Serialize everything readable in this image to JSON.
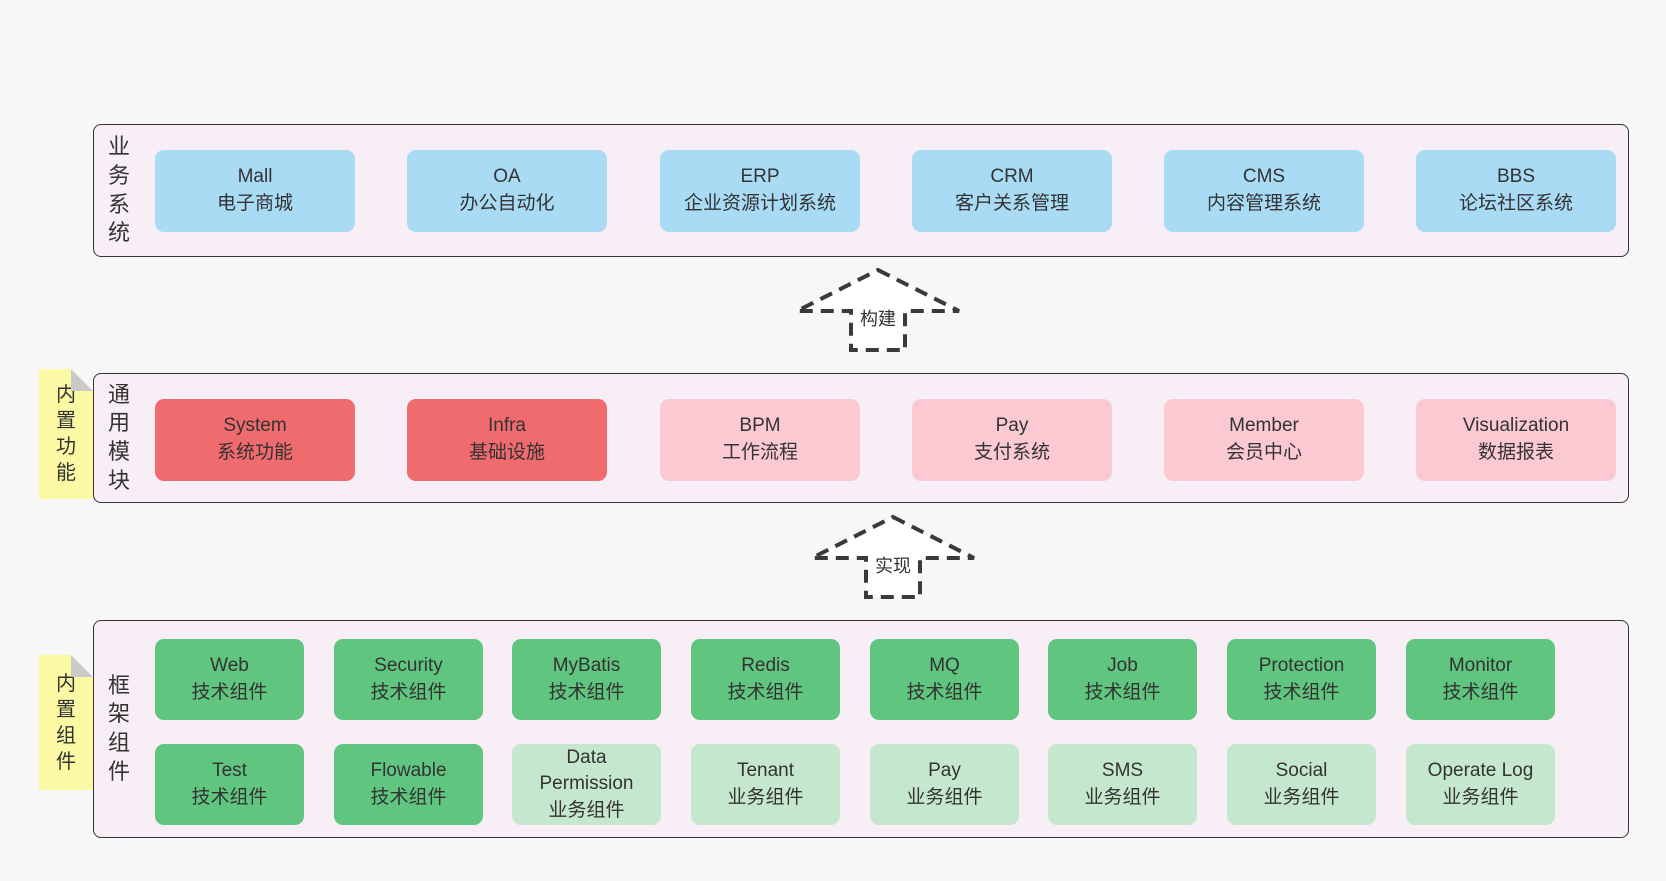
{
  "page": {
    "background": "#f7f7f7",
    "text_color": "#333333"
  },
  "colors": {
    "container_fill": "#f8eef6",
    "container_border": "#343434",
    "business_box": "#a9dbf5",
    "core_module_box": "#f06b6d",
    "optional_module_box": "#fac9d1",
    "tech_component_box": "#60c57f",
    "biz_component_box": "#c5e7cd",
    "sticky_note": "#fbf9a4",
    "sticky_fold": "#c9c9c9"
  },
  "arrows": [
    {
      "label": "构建"
    },
    {
      "label": "实现"
    }
  ],
  "sections": [
    {
      "id": "business",
      "side_label": "业务系统",
      "boxes": [
        {
          "name": "Mall",
          "desc": "电子商城",
          "variant": "blue"
        },
        {
          "name": "OA",
          "desc": "办公自动化",
          "variant": "blue"
        },
        {
          "name": "ERP",
          "desc": "企业资源计划系统",
          "variant": "blue"
        },
        {
          "name": "CRM",
          "desc": "客户关系管理",
          "variant": "blue"
        },
        {
          "name": "CMS",
          "desc": "内容管理系统",
          "variant": "blue"
        },
        {
          "name": "BBS",
          "desc": "论坛社区系统",
          "variant": "blue"
        }
      ]
    },
    {
      "id": "modules",
      "side_label": "通用模块",
      "sticky": "内置功能",
      "boxes": [
        {
          "name": "System",
          "desc": "系统功能",
          "variant": "red"
        },
        {
          "name": "Infra",
          "desc": "基础设施",
          "variant": "red"
        },
        {
          "name": "BPM",
          "desc": "工作流程",
          "variant": "pink"
        },
        {
          "name": "Pay",
          "desc": "支付系统",
          "variant": "pink"
        },
        {
          "name": "Member",
          "desc": "会员中心",
          "variant": "pink"
        },
        {
          "name": "Visualization",
          "desc": "数据报表",
          "variant": "pink"
        }
      ]
    },
    {
      "id": "components",
      "side_label": "框架组件",
      "sticky": "内置组件",
      "boxes": [
        {
          "name": "Web",
          "desc": "技术组件",
          "variant": "green"
        },
        {
          "name": "Security",
          "desc": "技术组件",
          "variant": "green"
        },
        {
          "name": "MyBatis",
          "desc": "技术组件",
          "variant": "green"
        },
        {
          "name": "Redis",
          "desc": "技术组件",
          "variant": "green"
        },
        {
          "name": "MQ",
          "desc": "技术组件",
          "variant": "green"
        },
        {
          "name": "Job",
          "desc": "技术组件",
          "variant": "green"
        },
        {
          "name": "Protection",
          "desc": "技术组件",
          "variant": "green"
        },
        {
          "name": "Monitor",
          "desc": "技术组件",
          "variant": "green"
        },
        {
          "name": "Test",
          "desc": "技术组件",
          "variant": "green"
        },
        {
          "name": "Flowable",
          "desc": "技术组件",
          "variant": "green"
        },
        {
          "name": "Data Permission",
          "desc": "业务组件",
          "variant": "lightgreen"
        },
        {
          "name": "Tenant",
          "desc": "业务组件",
          "variant": "lightgreen"
        },
        {
          "name": "Pay",
          "desc": "业务组件",
          "variant": "lightgreen"
        },
        {
          "name": "SMS",
          "desc": "业务组件",
          "variant": "lightgreen"
        },
        {
          "name": "Social",
          "desc": "业务组件",
          "variant": "lightgreen"
        },
        {
          "name": "Operate Log",
          "desc": "业务组件",
          "variant": "lightgreen"
        }
      ]
    }
  ]
}
